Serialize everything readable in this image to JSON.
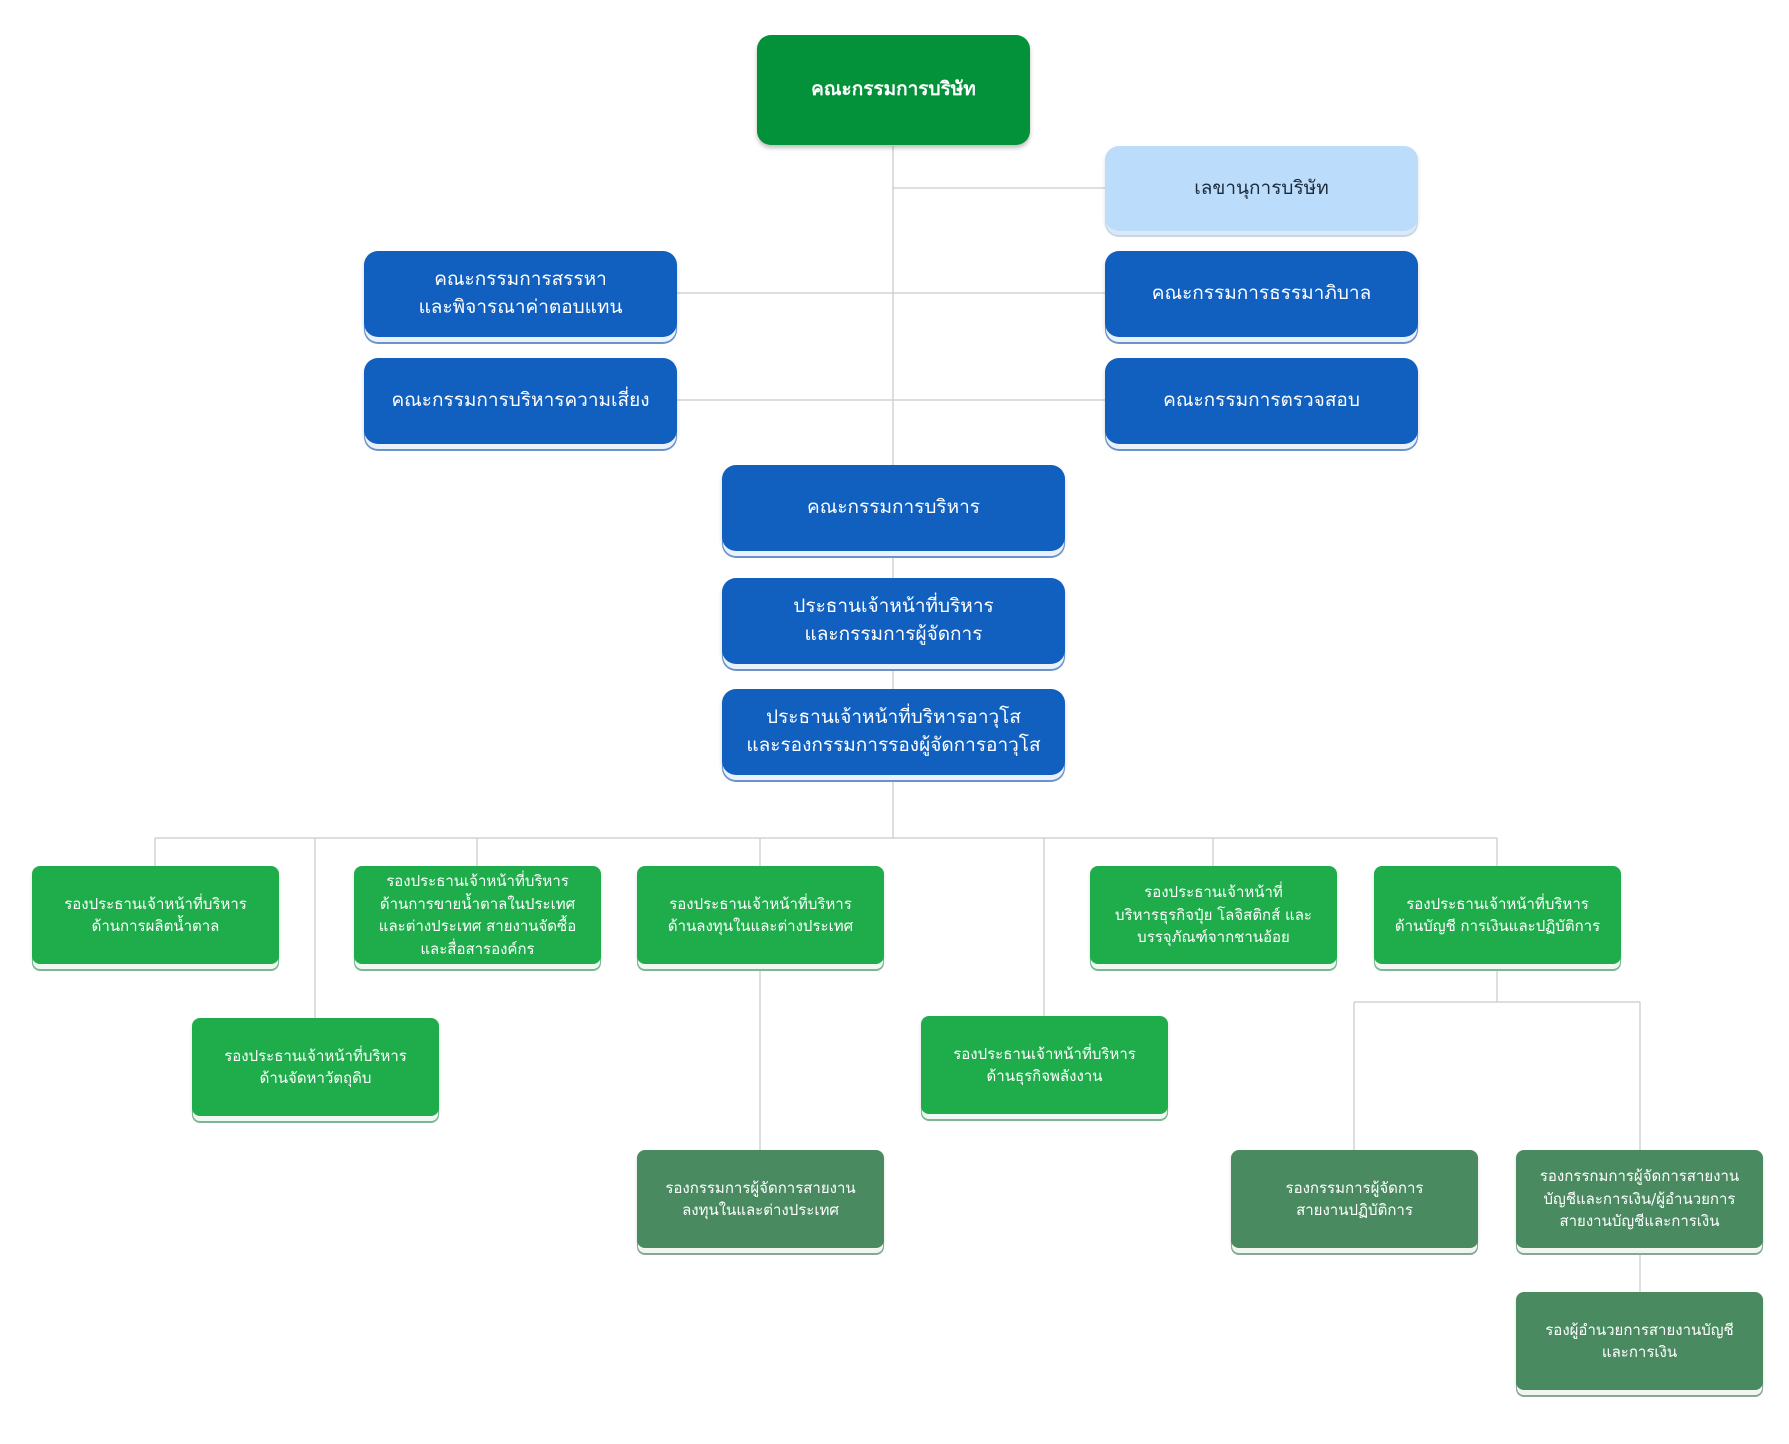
{
  "board": "คณะกรรมการบริษัท",
  "secretary": "เลขานุการบริษัท",
  "nomination_committee": "คณะกรรมการสรรหา\nและพิจารณาค่าตอบแทน",
  "governance_committee": "คณะกรรมการธรรมาภิบาล",
  "risk_committee": "คณะกรรมการบริหารความเสี่ยง",
  "audit_committee": "คณะกรรมการตรวจสอบ",
  "executive_committee": "คณะกรรมการบริหาร",
  "ceo": "ประธานเจ้าหน้าที่บริหาร\nและกรรมการผู้จัดการ",
  "senior_ceo": "ประธานเจ้าหน้าที่บริหารอาวุโส\nและรองกรรมการรองผู้จัดการอาวุโส",
  "vp_production": "รองประธานเจ้าหน้าที่บริหาร\nด้านการผลิตน้ำตาล",
  "vp_raw_material": "รองประธานเจ้าหน้าที่บริหาร\nด้านจัดหาวัตถุดิบ",
  "vp_sales": "รองประธานเจ้าหน้าที่บริหาร\nด้านการขายน้ำตาลในประเทศ\nและต่างประเทศ สายงานจัดซื้อ\nและสื่อสารองค์กร",
  "vp_investment": "รองประธานเจ้าหน้าที่บริหาร\nด้านลงทุนในและต่างประเทศ",
  "vp_energy": "รองประธานเจ้าหน้าที่บริหาร\nด้านธุรกิจพลังงาน",
  "vp_logistics": "รองประธานเจ้าหน้าที่\nบริหารธุรกิจปุ๋ย โลจิสติกส์ และ\nบรรจุภัณฑ์จากชานอ้อย",
  "vp_finance": "รองประธานเจ้าหน้าที่บริหาร\nด้านบัญชี การเงินและปฏิบัติการ",
  "dm_investment": "รองกรรมการผู้จัดการสายงาน\nลงทุนในและต่างประเทศ",
  "dm_operations": "รองกรรมการผู้จัดการ\nสายงานปฏิบัติการ",
  "dm_accounting": "รองกรรกมการผู้จัดการสายงาน\nบัญชีและการเงิน/ผู้อำนวยการ\nสายงานบัญชีและการเงิน",
  "deputy_director_accounting": "รองผู้อำนวยการสายงานบัญชี\nและการเงิน"
}
